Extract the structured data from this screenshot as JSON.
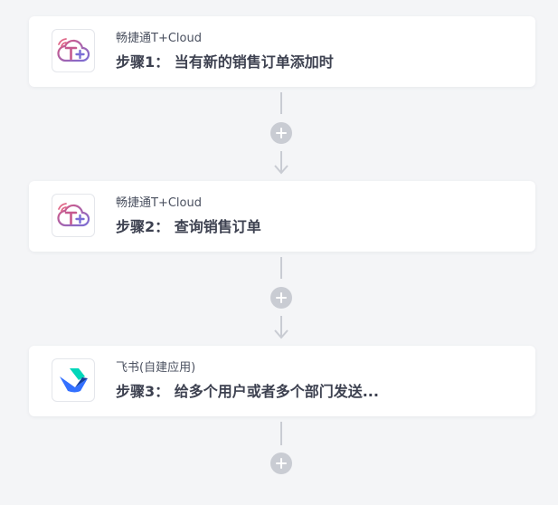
{
  "steps": [
    {
      "app_name": "畅捷通T+Cloud",
      "app_icon": "tplus-cloud-icon",
      "title": "步骤1： 当有新的销售订单添加时"
    },
    {
      "app_name": "畅捷通T+Cloud",
      "app_icon": "tplus-cloud-icon",
      "title": "步骤2： 查询销售订单"
    },
    {
      "app_name": "飞书(自建应用)",
      "app_icon": "feishu-icon",
      "title": "步骤3： 给多个用户或者多个部门发送..."
    }
  ],
  "colors": {
    "background": "#f4f5f7",
    "card": "#ffffff",
    "connector": "#c9ccd3",
    "title_text": "#3d4150",
    "app_text": "#4b5160"
  }
}
